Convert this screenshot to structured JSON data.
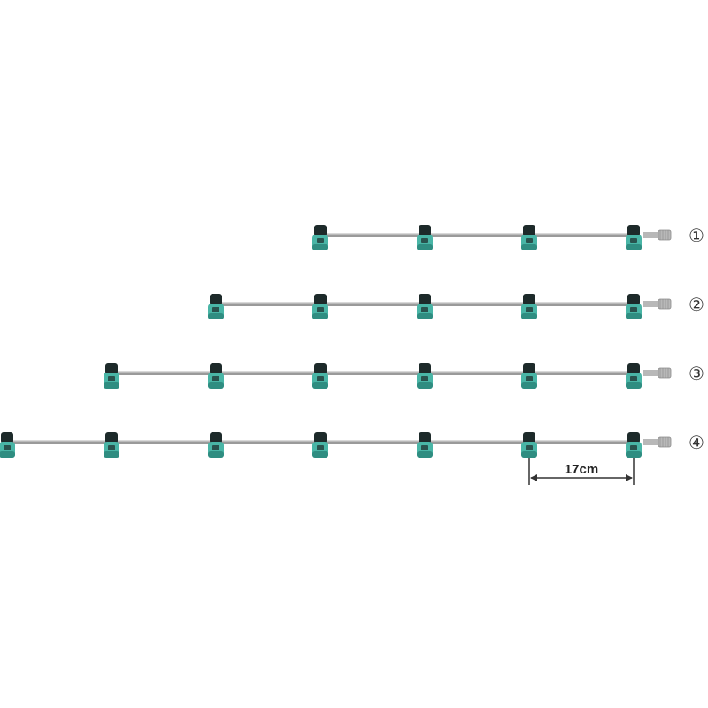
{
  "booms": [
    {
      "label": "①",
      "nozzle_count": 4
    },
    {
      "label": "②",
      "nozzle_count": 5
    },
    {
      "label": "③",
      "nozzle_count": 6
    },
    {
      "label": "④",
      "nozzle_count": 7
    }
  ],
  "spacing": {
    "label": "17cm"
  },
  "colors": {
    "pipe": "#9a9a9a",
    "pipe_highlight": "#d9d9d9",
    "nozzle_cap": "#1d2a2a",
    "nozzle_body": "#49b5a6",
    "nozzle_body_dark": "#2f8d81",
    "fitting": "#b8b8b8",
    "dimension_line": "#333333"
  }
}
